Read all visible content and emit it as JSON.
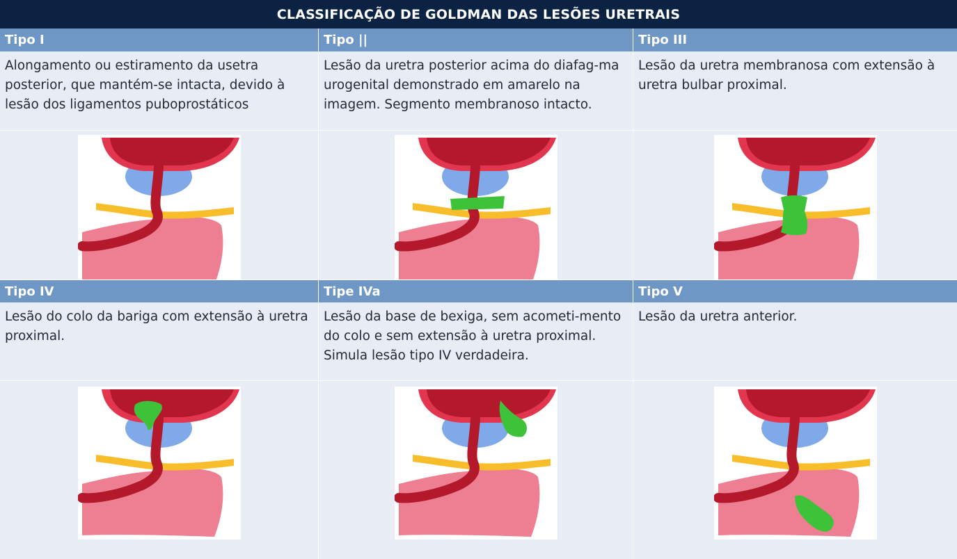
{
  "title": "CLASSIFICAÇÃO DE GOLDMAN DAS LESÕES URETRAIS",
  "colors": {
    "header_bg": "#0b2242",
    "type_header_bg": "#6e97c6",
    "cell_bg": "#e8ecf5",
    "bladder": "#b3182b",
    "bladder_rim": "#e2354e",
    "prostate": "#7fa9e8",
    "diaphragm": "#f8bd2a",
    "penile_tissue": "#ee7f93",
    "lesion": "#3ec23a"
  },
  "cells": [
    {
      "type": "Tipo I",
      "description": "Alongamento ou estiramento da usetra posterior, que mantém-se intacta, devido à lesão dos ligamentos puboprostáticos",
      "lesion": "none"
    },
    {
      "type": "Tipo ||",
      "description": "Lesão da uretra posterior acima do diafag-ma urogenital demonstrado em amarelo na imagem. Segmento membranoso intacto.",
      "lesion": "above-diaphragm"
    },
    {
      "type": "Tipo III",
      "description": "Lesão da uretra membranosa com extensão à uretra bulbar proximal.",
      "lesion": "membranous-bulbar"
    },
    {
      "type": "Tipo IV",
      "description": "Lesão do colo da bariga com extensão à uretra proximal.",
      "lesion": "bladder-neck"
    },
    {
      "type": "Tipe IVa",
      "description": "Lesão da base de bexiga, sem acometi-mento do colo e sem extensão à uretra proximal. Simula lesão tipo IV verdadeira.",
      "lesion": "bladder-base"
    },
    {
      "type": "Tipo V",
      "description": "Lesão da uretra anterior.",
      "lesion": "anterior-urethra"
    }
  ]
}
